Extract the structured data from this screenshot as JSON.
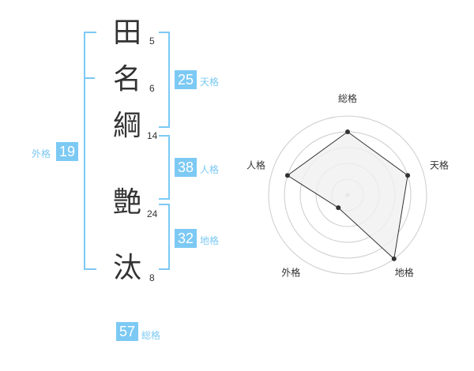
{
  "characters": [
    {
      "char": "田",
      "strokes": "5"
    },
    {
      "char": "名",
      "strokes": "6"
    },
    {
      "char": "綱",
      "strokes": "14"
    },
    {
      "char": "艶",
      "strokes": "24"
    },
    {
      "char": "汰",
      "strokes": "8"
    }
  ],
  "fortunes": {
    "tenkaku": {
      "value": "25",
      "label": "天格"
    },
    "jinkaku": {
      "value": "38",
      "label": "人格"
    },
    "chikaku": {
      "value": "32",
      "label": "地格"
    },
    "gaikaku": {
      "value": "19",
      "label": "外格"
    },
    "soukaku": {
      "value": "57",
      "label": "総格"
    }
  },
  "chart_data": {
    "type": "radar",
    "axes": [
      "総格",
      "天格",
      "地格",
      "外格",
      "人格"
    ],
    "values": [
      4,
      4,
      5,
      1,
      4
    ],
    "range": [
      0,
      5
    ],
    "rings": 5,
    "colors": {
      "accent": "#7cc9f4",
      "line": "#333333",
      "fill": "#f0f0f0",
      "grid": "#cccccc"
    }
  }
}
